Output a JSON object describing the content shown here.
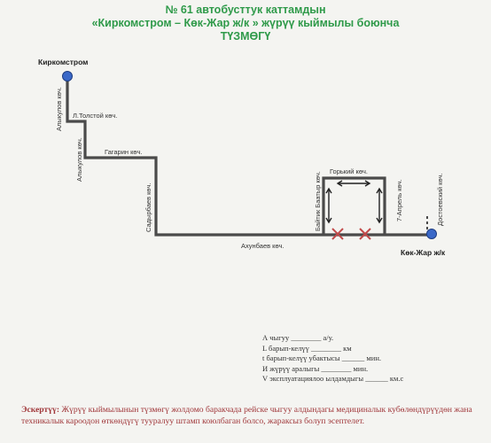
{
  "title": {
    "line1": "№ 61 автобусттук каттамдын",
    "line2": "«Киркомстром – Көк-Жар ж/к » жүрүү кыймылы боюнча",
    "line3": "ТҮЗМӨГҮ"
  },
  "stops": {
    "start": "Киркомстром",
    "end": "Көк-Жар ж/к"
  },
  "streets": {
    "alykulov_1": "Алыкулов көч.",
    "tolstoy": "Л.Толстой көч.",
    "alykulov_2": "Алыкулов көч.",
    "gagarin": "Гагарин көч.",
    "sadyrbaev": "Садырбаев көч.",
    "akhunbaev": "Ахунбаев көч.",
    "baitik": "Байтик Баатыр көч.",
    "gorky": "Горький көч.",
    "aprel": "7-Апрель көч.",
    "dostoevsky": "Достоевский көч."
  },
  "stats": {
    "a_label": "А чыгуу",
    "a_unit": "а/у.",
    "b_label": "L барып-келүү",
    "b_unit": "км",
    "c_label": "t барып-келүү убактысы",
    "c_unit": "мин.",
    "d_label": "И жүрүү аралыгы",
    "d_unit": "мин.",
    "e_label": "V эксплуатациялоо ылдамдыгы",
    "e_unit": "км.с"
  },
  "note": {
    "label": "Эскертүү:",
    "text": "Жүрүү кыймылынын түзмөгү жолдомо баракчада рейске чыгуу алдындагы медициналык кубөлөндүрүүдөн жана техникалык кароодон өткөндүгү тууралуу штамп коюлбаган болсо, жараксыз болуп эсептелет."
  },
  "colors": {
    "route": "#4a4a4a",
    "stop": "#3a68c8",
    "title": "#2f9a4a",
    "note": "#a0373a",
    "closed": "#c24a4a"
  }
}
